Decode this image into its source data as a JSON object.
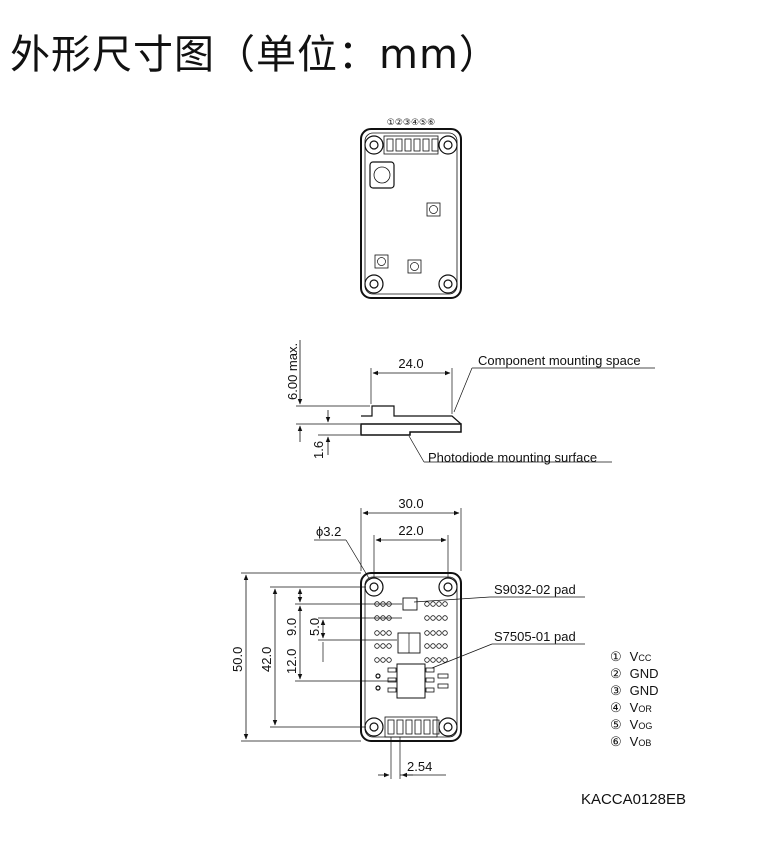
{
  "title": "外形尺寸图（单位：mm）",
  "pin_header_label": "①②③④⑤⑥",
  "side_view": {
    "height_max": "6.00 max.",
    "width": "24.0",
    "board_thickness": "1.6",
    "component_space_label": "Component mounting space",
    "photodiode_surface_label": "Photodiode mounting surface"
  },
  "bottom_view": {
    "width_outer": "30.0",
    "width_hole": "22.0",
    "hole_diameter": "ϕ3.2",
    "height_outer": "50.0",
    "height_hole": "42.0",
    "dim_9": "9.0",
    "dim_5": "5.0",
    "dim_12": "12.0",
    "pitch": "2.54",
    "pad_s9032": "S9032-02 pad",
    "pad_s7505": "S7505-01 pad"
  },
  "pin_legend": [
    {
      "num": "①",
      "name": "V",
      "sub": "CC"
    },
    {
      "num": "②",
      "name": "GND",
      "sub": ""
    },
    {
      "num": "③",
      "name": "GND",
      "sub": ""
    },
    {
      "num": "④",
      "name": "V",
      "sub": "OR"
    },
    {
      "num": "⑤",
      "name": "V",
      "sub": "OG"
    },
    {
      "num": "⑥",
      "name": "V",
      "sub": "OB"
    }
  ],
  "drawing_code": "KACCA0128EB"
}
